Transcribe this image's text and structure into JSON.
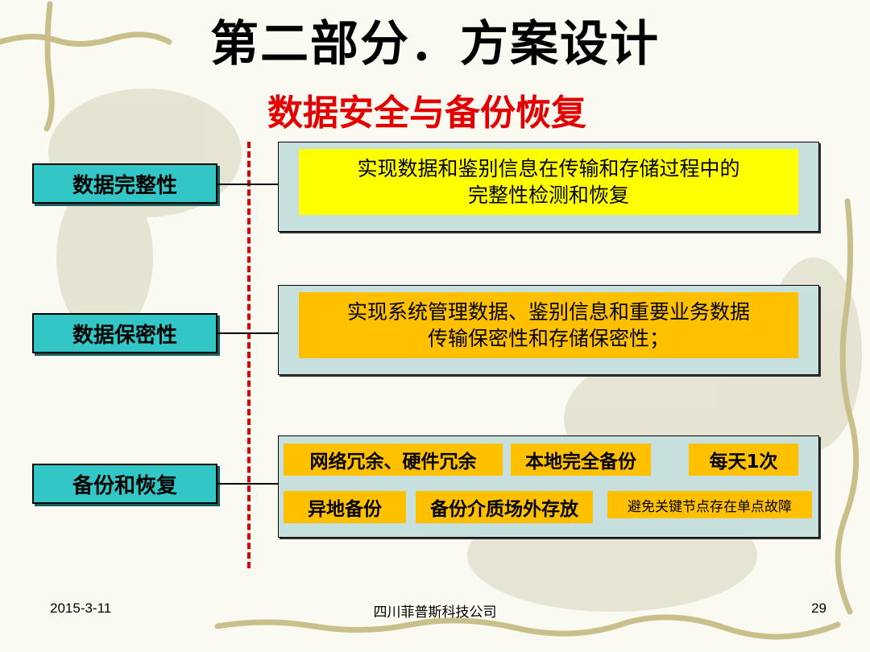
{
  "slide": {
    "title": "第二部分．方案设计",
    "subtitle": "数据安全与备份恢复"
  },
  "items": [
    {
      "label": "数据完整性",
      "desc_line1": "实现数据和鉴别信息在传输和存储过程中的",
      "desc_line2": "完整性检测和恢复",
      "color": "#ffff00"
    },
    {
      "label": "数据保密性",
      "desc_line1": "实现系统管理数据、鉴别信息和重要业务数据",
      "desc_line2": "传输保密性和存储保密性；",
      "color": "#ffc000"
    },
    {
      "label": "备份和恢复",
      "chips": [
        "网络冗余、硬件冗余",
        "本地完全备份",
        "每天1次",
        "异地备份",
        "备份介质场外存放",
        "避免关键节点存在单点故障"
      ],
      "color": "#ffc000"
    }
  ],
  "footer": {
    "date": "2015-3-11",
    "company": "四川菲普斯科技公司",
    "page": "29"
  },
  "colors": {
    "label_bg": "#33c6c6",
    "panel_bg": "#c7e0de",
    "divider": "#e00000",
    "subtitle": "#e30000"
  }
}
